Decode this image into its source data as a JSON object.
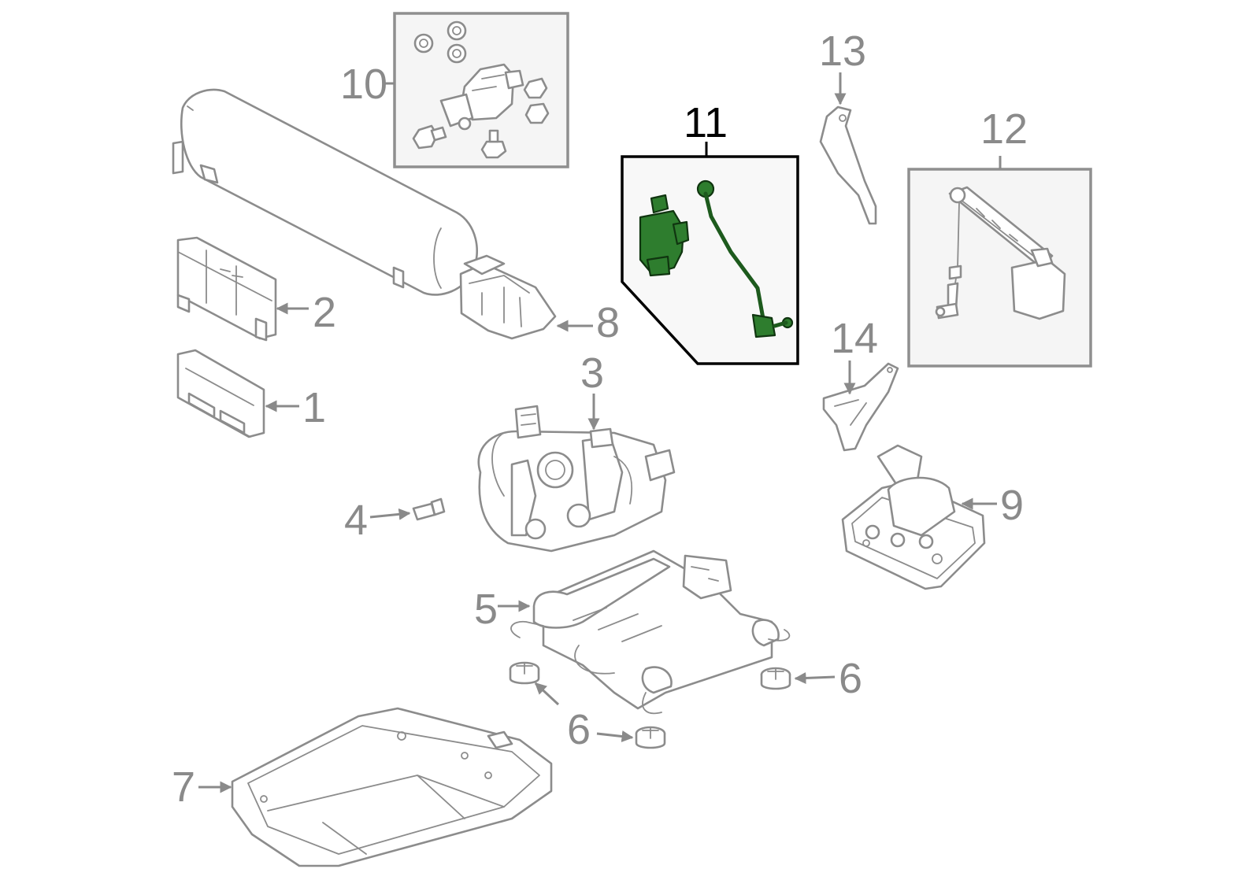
{
  "callouts": {
    "c1": "1",
    "c2": "2",
    "c3": "3",
    "c4": "4",
    "c5": "5",
    "c6a": "6",
    "c6b": "6",
    "c7": "7",
    "c8": "8",
    "c9": "9",
    "c10": "10",
    "c11": "11",
    "c12": "12",
    "c13": "13",
    "c14": "14"
  },
  "highlighted_part": "11",
  "colors": {
    "outline": "#8c8c8c",
    "highlight_part": "#2e7d2e",
    "highlight_box_border": "#000000",
    "box_fill": "#f5f5f5"
  }
}
